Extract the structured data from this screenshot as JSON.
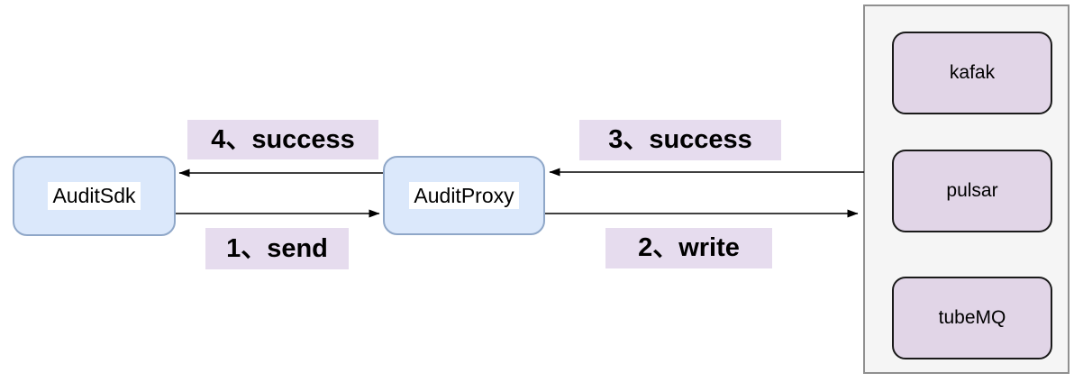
{
  "diagram": {
    "nodes": [
      {
        "id": "audit-sdk",
        "label": "AuditSdk"
      },
      {
        "id": "audit-proxy",
        "label": "AuditProxy"
      }
    ],
    "mq_group": {
      "items": [
        {
          "id": "kafak",
          "label": "kafak"
        },
        {
          "id": "pulsar",
          "label": "pulsar"
        },
        {
          "id": "tubemq",
          "label": "tubeMQ"
        }
      ]
    },
    "edges": [
      {
        "label": "1、send",
        "from": "AuditSdk",
        "to": "AuditProxy",
        "direction": "right"
      },
      {
        "label": "2、write",
        "from": "AuditProxy",
        "to": "mq-group",
        "direction": "right"
      },
      {
        "label": "3、success",
        "from": "mq-group",
        "to": "AuditProxy",
        "direction": "left"
      },
      {
        "label": "4、success",
        "from": "AuditProxy",
        "to": "AuditSdk",
        "direction": "left"
      }
    ],
    "colors": {
      "node_fill": "#dbe8fb",
      "node_stroke": "#8fa7c8",
      "mq_fill": "#e1d5e7",
      "mq_stroke": "#1a1a1a",
      "group_fill": "#f5f5f5",
      "group_stroke": "#909090",
      "label_bg": "#e6dcee",
      "text": "#000000",
      "background": "#ffffff"
    }
  }
}
